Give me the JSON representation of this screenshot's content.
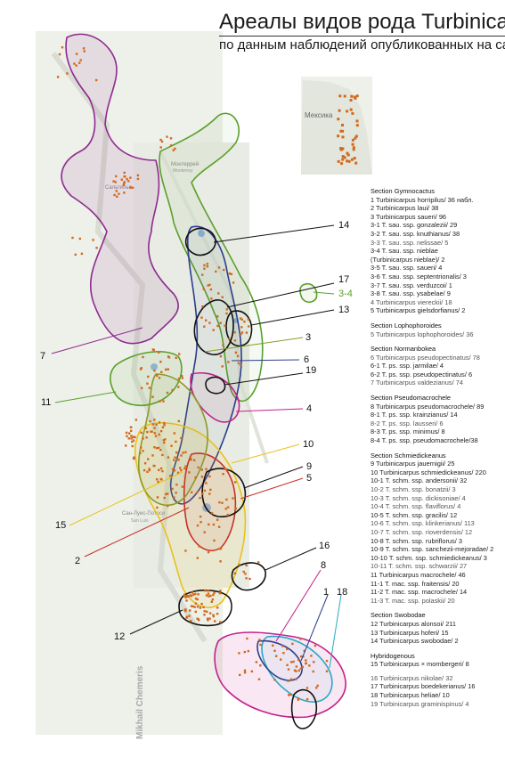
{
  "title": {
    "main": "Ареалы видов рода Turbinicarpus",
    "sub": "по данным наблюдений опубликованных на сайте"
  },
  "map_labels": {
    "city_monterrey": "Монтеррей",
    "city_monterrey_en": "Monterrey",
    "city_saltillo": "Сальтильо",
    "city_slp": "Сан-Луис-Потоси",
    "city_slp_en": "San Luis",
    "inset_country": "Мексика",
    "credit": "Mikhail Chemeris"
  },
  "callouts": [
    "14",
    "17",
    "3-4",
    "13",
    "3",
    "7",
    "6",
    "19",
    "11",
    "4",
    "10",
    "9",
    "5",
    "15",
    "2",
    "16",
    "8",
    "1",
    "18",
    "12"
  ],
  "colors": {
    "purple": "#8e2a8e",
    "green": "#5aa02c",
    "navy": "#2c3e8c",
    "olive": "#8a9a2a",
    "yellow": "#e8c21a",
    "red": "#c8302a",
    "magenta": "#c2218c",
    "cyan": "#2aa8c8",
    "black": "#111111",
    "dots": "#d2691e"
  },
  "legend": [
    {
      "type": "sec",
      "text": "Section Gymnocactus"
    },
    {
      "type": "item",
      "text": "1 Turbinicarpus horripilus/ 36 набл."
    },
    {
      "type": "item",
      "text": "2 Turbinicarpus laui/ 38"
    },
    {
      "type": "item",
      "text": "3 Turbinicarpus saueri/ 96"
    },
    {
      "type": "item",
      "text": "3-1 T. sau. ssp. gonzalezii/ 29"
    },
    {
      "type": "item",
      "text": "3-2 T. sau. ssp. knuthianus/ 38"
    },
    {
      "type": "sub",
      "text": "3-3 T. sau. ssp. nelissae/ 5"
    },
    {
      "type": "item",
      "text": "3-4 T. sau. ssp. nieblae"
    },
    {
      "type": "item",
      "text": "(Turbinicarpus nieblae)/ 2"
    },
    {
      "type": "item",
      "text": "3-5 T. sau. ssp. saueri/ 4"
    },
    {
      "type": "item",
      "text": "3-6 T. sau. ssp. septentrionalis/ 3"
    },
    {
      "type": "item",
      "text": "3-7 T. sau. ssp. verduzcoi/ 1"
    },
    {
      "type": "item",
      "text": "3-8 T. sau. ssp. ysabelae/ 9"
    },
    {
      "type": "sub",
      "text": "4 Turbinicarpus viereckii/ 18"
    },
    {
      "type": "item",
      "text": "5 Turbinicarpus gielsdorfianus/ 2"
    },
    {
      "type": "sec",
      "text": "Section Lophophoroides"
    },
    {
      "type": "sub",
      "text": "5 Turbinicarpus lophophoroides/ 36"
    },
    {
      "type": "sec",
      "text": "Section Normanbokea"
    },
    {
      "type": "sub",
      "text": "6 Turbinicarpus pseudopectinatus/ 78"
    },
    {
      "type": "item",
      "text": "6-1 T. ps. ssp. jarmilae/ 4"
    },
    {
      "type": "item",
      "text": "6-2 T. ps. ssp. pseudopectinatus/ 6"
    },
    {
      "type": "sub",
      "text": "7 Turbinicarpus valdezianus/ 74"
    },
    {
      "type": "sec",
      "text": "Section Pseudomacrochele"
    },
    {
      "type": "item",
      "text": "8 Turbinicarpus pseudomacrochele/ 89"
    },
    {
      "type": "item",
      "text": "8-1 T. ps. ssp. krainzianus/ 14"
    },
    {
      "type": "sub",
      "text": "8-2 T. ps. ssp. lausseri/ 6"
    },
    {
      "type": "item",
      "text": "8-3 T. ps. ssp. minimus/ 8"
    },
    {
      "type": "item",
      "text": "8-4 T. ps. ssp. pseudomacrochele/38"
    },
    {
      "type": "sec",
      "text": "Section Schmiedickeanus"
    },
    {
      "type": "item",
      "text": "9 Turbinicarpus jauernigii/ 25"
    },
    {
      "type": "item",
      "text": "10 Turbinicarpus schmiedickeanus/ 220"
    },
    {
      "type": "item",
      "text": "10-1 T. schm. ssp. andersonii/ 32"
    },
    {
      "type": "sub",
      "text": "10-2 T. schm. ssp. bonatzii/ 3"
    },
    {
      "type": "sub",
      "text": "10-3 T. schm. ssp. dickisoniae/ 4"
    },
    {
      "type": "sub",
      "text": "10-4 T. schm. ssp. flaviflorus/ 4"
    },
    {
      "type": "item",
      "text": "10-5 T. schm. ssp. gracilis/ 12"
    },
    {
      "type": "sub",
      "text": "10-6 T. schm. ssp. klinkerianus/ 113"
    },
    {
      "type": "sub",
      "text": "10-7 T. schm. ssp. rioverdensis/ 12"
    },
    {
      "type": "item",
      "text": "10-8 T. schm. ssp. rubriflorus/ 3"
    },
    {
      "type": "item",
      "text": "10-9 T. schm. ssp. sanchezii-mejoradae/ 2"
    },
    {
      "type": "item",
      "text": "10-10 T. schm. ssp. schmiedickeanus/ 3"
    },
    {
      "type": "sub",
      "text": "10-11 T. schm. ssp. schwarzii/ 27"
    },
    {
      "type": "item",
      "text": "11 Turbinicarpus macrochele/ 46"
    },
    {
      "type": "item",
      "text": "11-1 T. mac. ssp. fraitensis/ 20"
    },
    {
      "type": "item",
      "text": "11-2 T. mac. ssp. macrochele/ 14"
    },
    {
      "type": "sub",
      "text": "11-3 T. mac. ssp. polaskii/ 20"
    },
    {
      "type": "sec",
      "text": "Section Swobodae"
    },
    {
      "type": "item",
      "text": "12 Turbinicarpus alonsoi/ 211"
    },
    {
      "type": "item",
      "text": "13 Turbinicarpus hoferi/ 15"
    },
    {
      "type": "item",
      "text": "14 Turbinicarpus swobodae/ 2"
    },
    {
      "type": "sec",
      "text": "Hybridogenous"
    },
    {
      "type": "item",
      "text": "15 Turbinicarpus × mombergeri/ 8"
    },
    {
      "type": "gap",
      "text": ""
    },
    {
      "type": "sub",
      "text": "16 Turbinicarpus nikolae/ 32"
    },
    {
      "type": "item",
      "text": "17 Turbinicarpus boedekerianus/ 16"
    },
    {
      "type": "item",
      "text": "18 Turbinicarpus heliae/ 10"
    },
    {
      "type": "sub",
      "text": "19 Turbinicarpus graminispinus/ 4"
    }
  ]
}
